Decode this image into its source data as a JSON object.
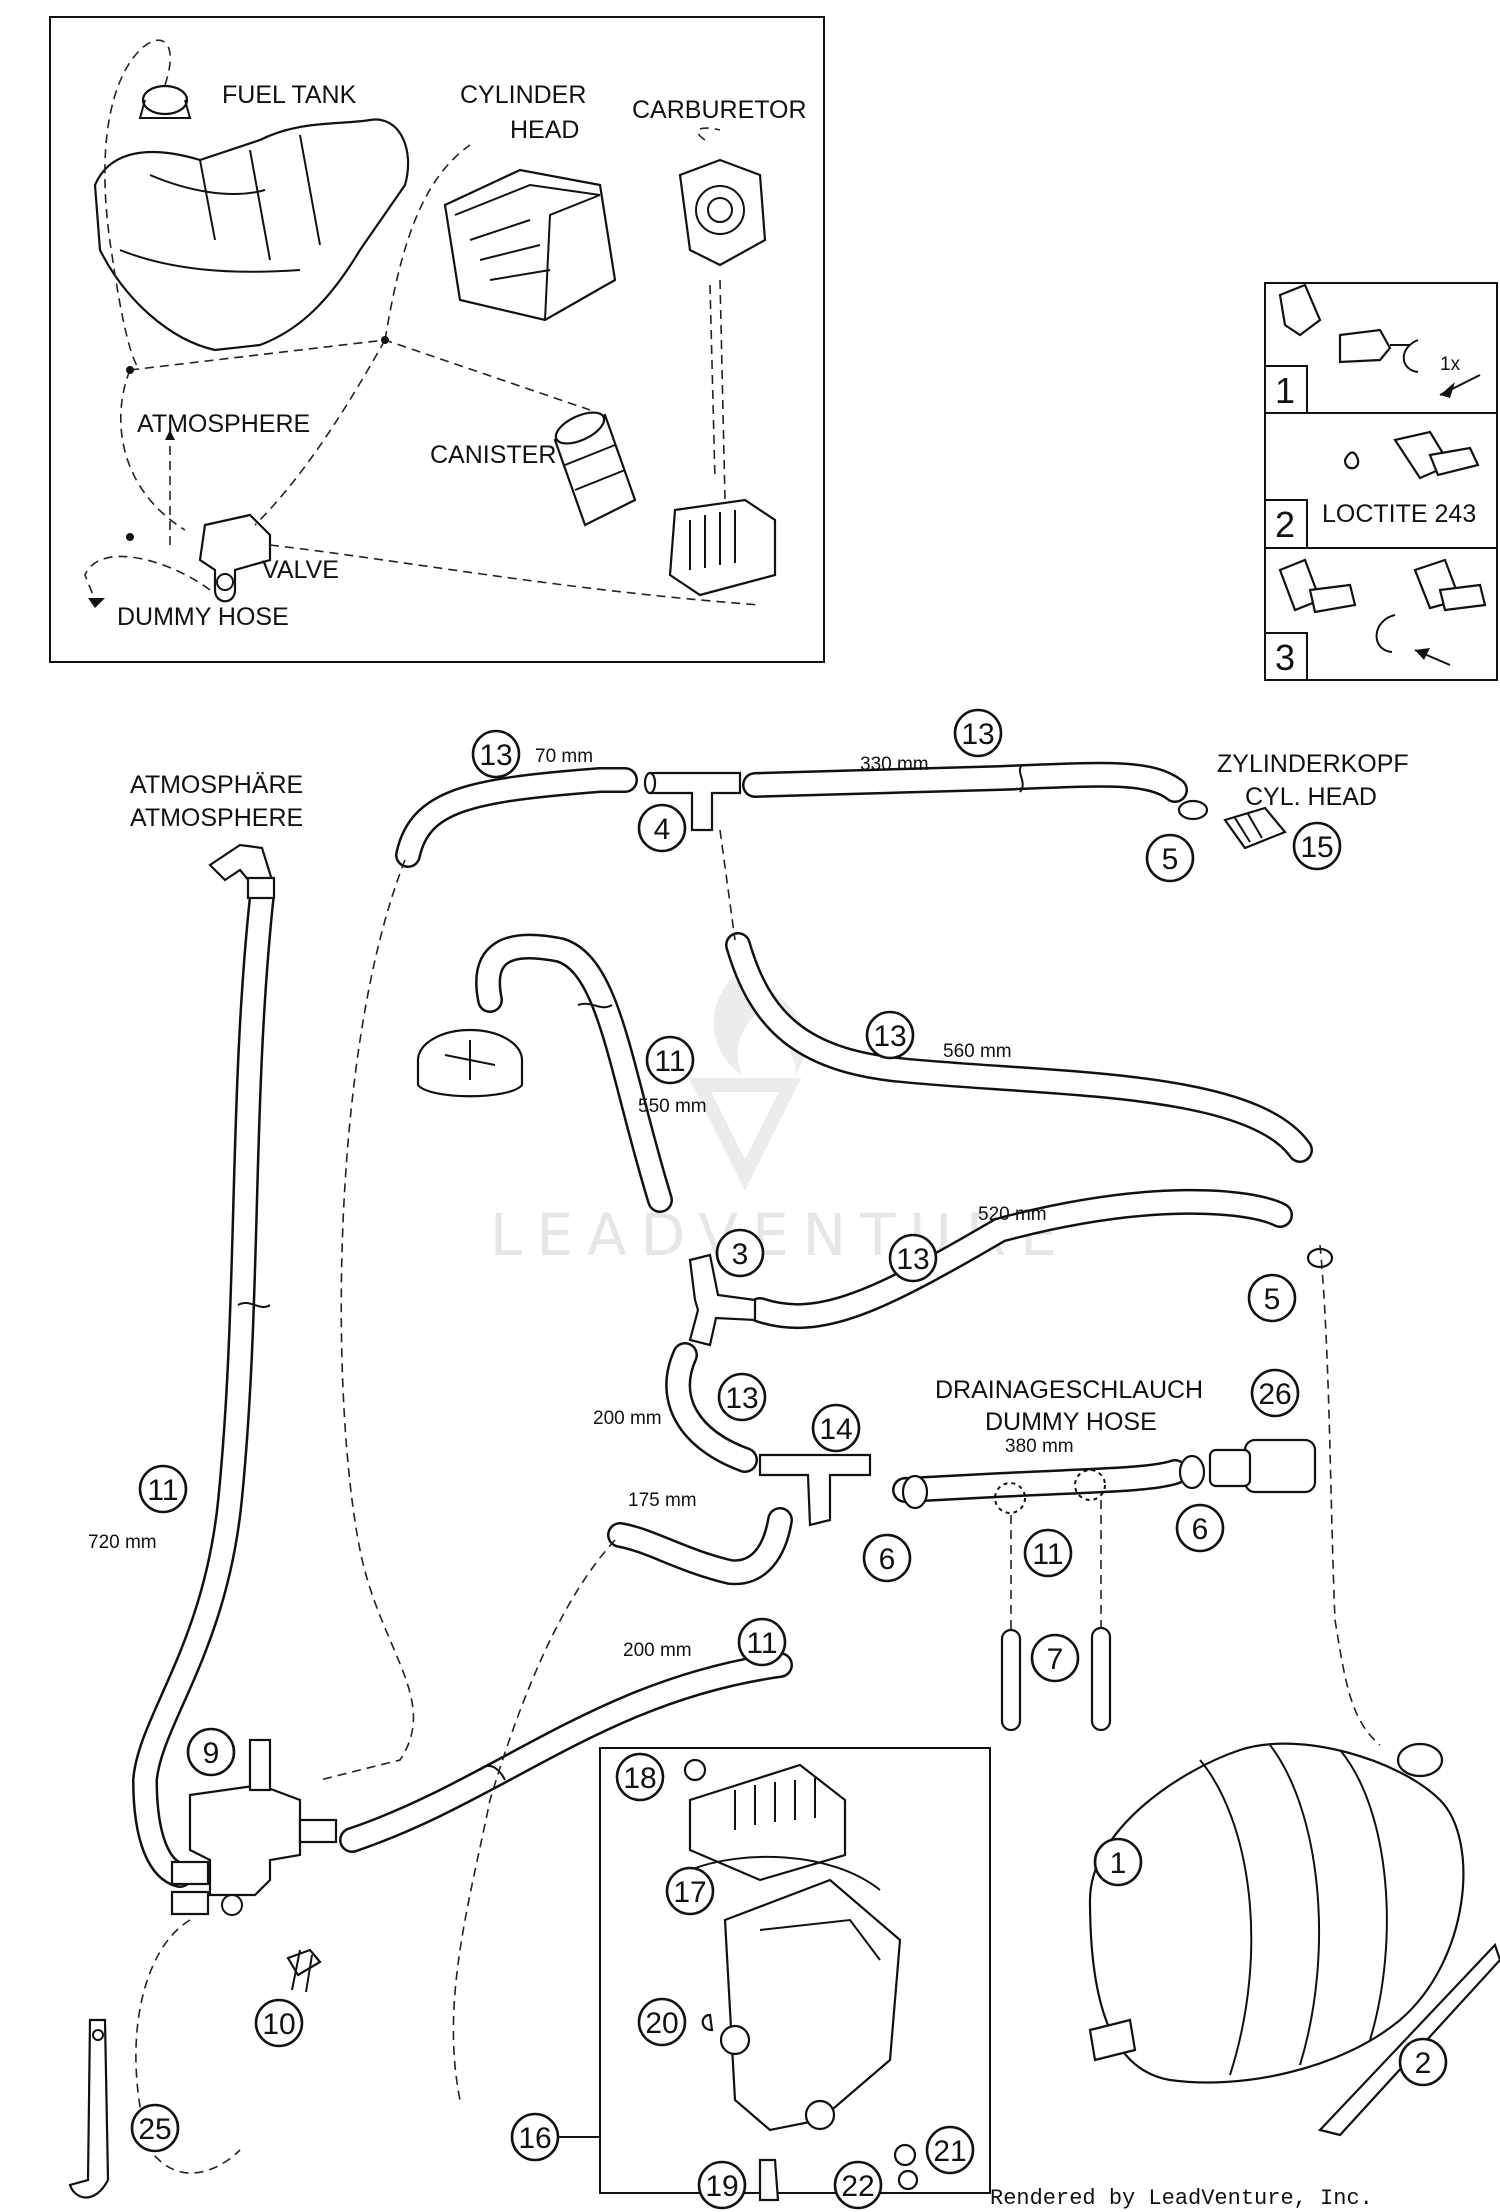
{
  "overview": {
    "labels": {
      "fuel_tank": "FUEL TANK",
      "cylinder_head_1": "CYLINDER",
      "cylinder_head_2": "HEAD",
      "carburetor": "CARBURETOR",
      "atmosphere": "ATMOSPHERE",
      "canister": "CANISTER",
      "valve": "VALVE",
      "dummy_hose": "DUMMY HOSE"
    }
  },
  "instructions": {
    "steps": [
      {
        "number": "1",
        "note": "1x"
      },
      {
        "number": "2",
        "note": "LOCTITE 243"
      },
      {
        "number": "3",
        "note": ""
      }
    ]
  },
  "labels": {
    "atmosphere_de": "ATMOSPHÄRE",
    "atmosphere_en": "ATMOSPHERE",
    "cyl_head_de": "ZYLINDERKOPF",
    "cyl_head_en": "CYL. HEAD",
    "drain_de": "DRAINAGESCHLAUCH",
    "drain_en": "DUMMY HOSE"
  },
  "dimensions": {
    "d70": "70 mm",
    "d330": "330 mm",
    "d560": "560 mm",
    "d550": "550 mm",
    "d520": "520 mm",
    "d200a": "200 mm",
    "d380": "380 mm",
    "d175": "175 mm",
    "d720": "720 mm",
    "d200b": "200 mm"
  },
  "callouts": {
    "c13a": "13",
    "c13b": "13",
    "c13c": "13",
    "c13d": "13",
    "c13e": "13",
    "c4": "4",
    "c5a": "5",
    "c5b": "5",
    "c15": "15",
    "c11a": "11",
    "c11b": "11",
    "c11c": "11",
    "c11d": "11",
    "c3": "3",
    "c14": "14",
    "c26": "26",
    "c6a": "6",
    "c6b": "6",
    "c7": "7",
    "c9": "9",
    "c10": "10",
    "c25": "25",
    "c18": "18",
    "c17": "17",
    "c20": "20",
    "c16": "16",
    "c19": "19",
    "c22": "22",
    "c21": "21",
    "c1": "1",
    "c2": "2"
  },
  "watermark": "LEADVENTURE",
  "credit": "Rendered by LeadVenture, Inc."
}
